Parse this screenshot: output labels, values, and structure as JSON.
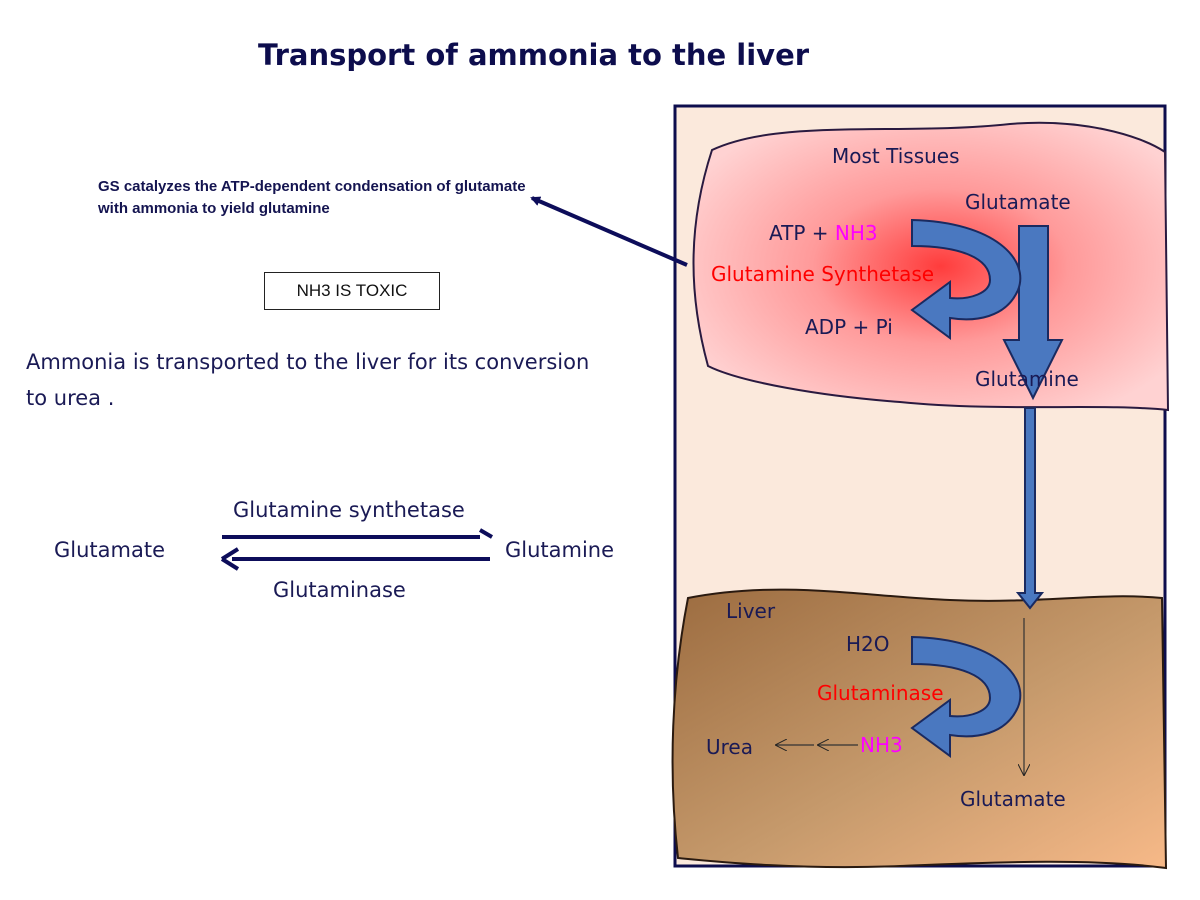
{
  "title": "Transport of ammonia to the liver",
  "gs_note": {
    "line1": "GS catalyzes the ATP-dependent condensation of glutamate",
    "line2": "with ammonia to yield glutamine"
  },
  "toxic_label": "NH3 IS TOXIC",
  "ammonia_text": {
    "line1": "Ammonia is transported to the liver for its conversion",
    "line2": "to urea ."
  },
  "equation": {
    "left": "Glutamate",
    "right": "Glutamine",
    "top_enzyme": "Glutamine synthetase",
    "bottom_enzyme": "Glutaminase"
  },
  "tissues": {
    "label": "Most Tissues",
    "substrate": "Glutamate",
    "cofactor_prefix": "ATP + ",
    "cofactor_nh3": "NH3",
    "enzyme": "Glutamine Synthetase",
    "byproduct": "ADP + Pi",
    "product": "Glutamine"
  },
  "liver": {
    "label": "Liver",
    "water": "H2O",
    "enzyme": "Glutaminase",
    "nh3": "NH3",
    "urea": "Urea",
    "product": "Glutamate"
  },
  "colors": {
    "title": "#0d0d4d",
    "enzyme_red": "#ff0000",
    "nh3_magenta": "#ff00ff",
    "arrow_blue": "#4a78c0",
    "panel_bg": "#fbe9dc",
    "liver_brown": "#c09060"
  }
}
